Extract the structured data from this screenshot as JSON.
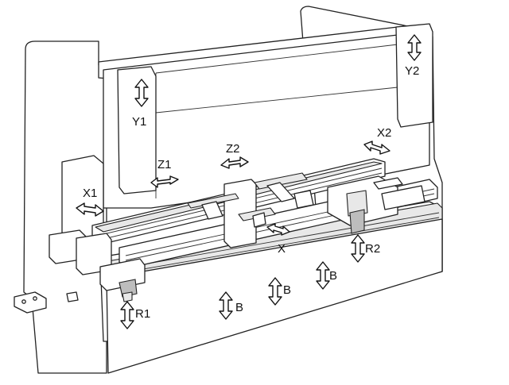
{
  "axis_labels": {
    "y1": "Y1",
    "y2": "Y2",
    "z1": "Z1",
    "z2": "Z2",
    "x1": "X1",
    "x2": "X2",
    "x": "X",
    "r1": "R1",
    "r2": "R2",
    "b1": "B",
    "b2": "B",
    "b3": "B"
  },
  "colors": {
    "line": "#222222",
    "background": "#ffffff"
  }
}
